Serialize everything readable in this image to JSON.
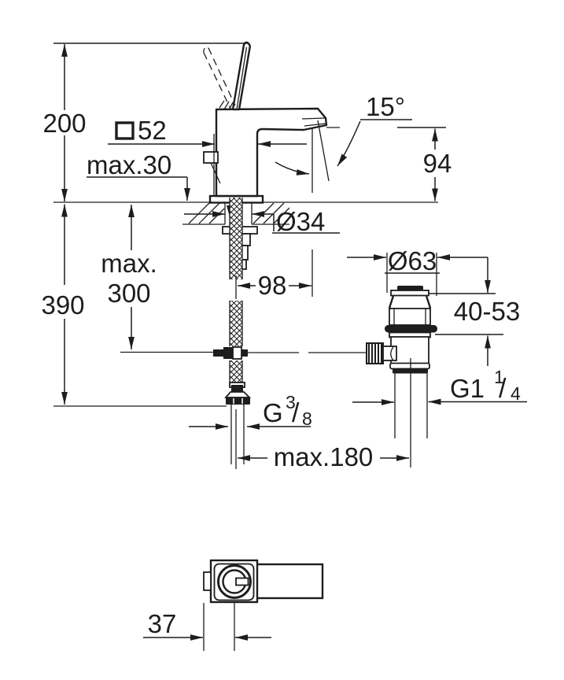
{
  "document": {
    "type": "technical dimension drawing - single-hole basin mixer with pop-up waste",
    "background": "#ffffff",
    "line_color": "#1d1d1d"
  },
  "labels": {
    "total_height": "200",
    "body_square_size": "52",
    "deck_thickness": "max.30",
    "spout_angle": "15°",
    "outlet_height": "94",
    "hole_diameter": "Ø34",
    "hose_depth_line1": "max.",
    "hose_depth_line2": "300",
    "below_deck_length": "390",
    "spout_reach": "98",
    "waste_cap_diameter": "Ø63",
    "waste_deck_range": "40-53",
    "rod_span": "max.180",
    "handle_offset": "37",
    "waste_thread_base": "G1",
    "waste_thread_num": "1",
    "waste_thread_slash": "/",
    "waste_thread_den": "4",
    "supply_thread_base": "G",
    "supply_thread_num": "3",
    "supply_thread_slash": "/",
    "supply_thread_den": "8"
  }
}
